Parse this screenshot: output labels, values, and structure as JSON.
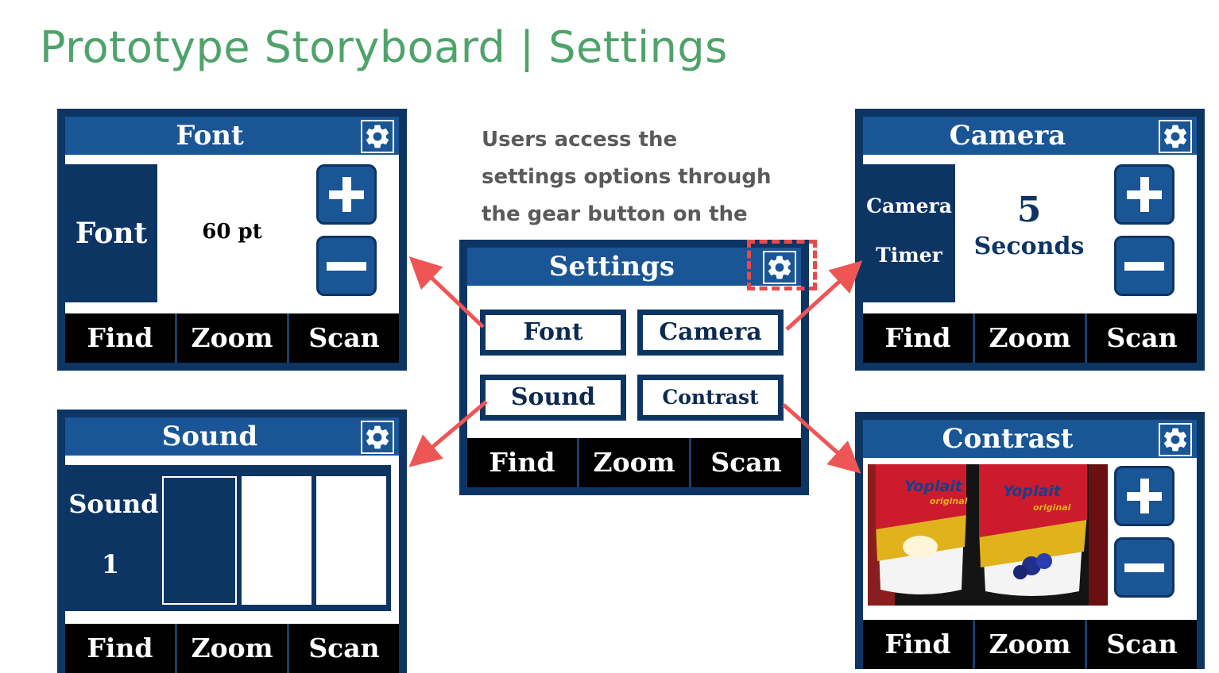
{
  "title": "Prototype Storyboard | Settings",
  "caption": [
    "Users access the",
    "settings options through",
    "the gear button on the"
  ],
  "footer": {
    "find": "Find",
    "zoom": "Zoom",
    "scan": "Scan"
  },
  "screens": {
    "font": {
      "header": "Font",
      "label": "Font",
      "value": "60 pt"
    },
    "camera": {
      "header": "Camera",
      "label_line1": "Camera",
      "label_line2": "Timer",
      "value": "5",
      "unit": "Seconds"
    },
    "sound": {
      "header": "Sound",
      "label": "Sound",
      "value": "1",
      "level": 1,
      "levels_total": 3
    },
    "contrast": {
      "header": "Contrast",
      "image_texts": [
        "Yoplait",
        "original",
        "Yoplait",
        "original"
      ]
    },
    "settings": {
      "header": "Settings",
      "options": [
        "Font",
        "Camera",
        "Sound",
        "Contrast"
      ]
    }
  },
  "icons": {
    "gear": "gear-icon",
    "plus": "plus-icon",
    "minus": "minus-icon"
  },
  "colors": {
    "title": "#4fa36a",
    "navy": "#0d3564",
    "header_blue": "#1a5596",
    "arrow": "#ee5555",
    "caption": "#5a5a5a"
  }
}
